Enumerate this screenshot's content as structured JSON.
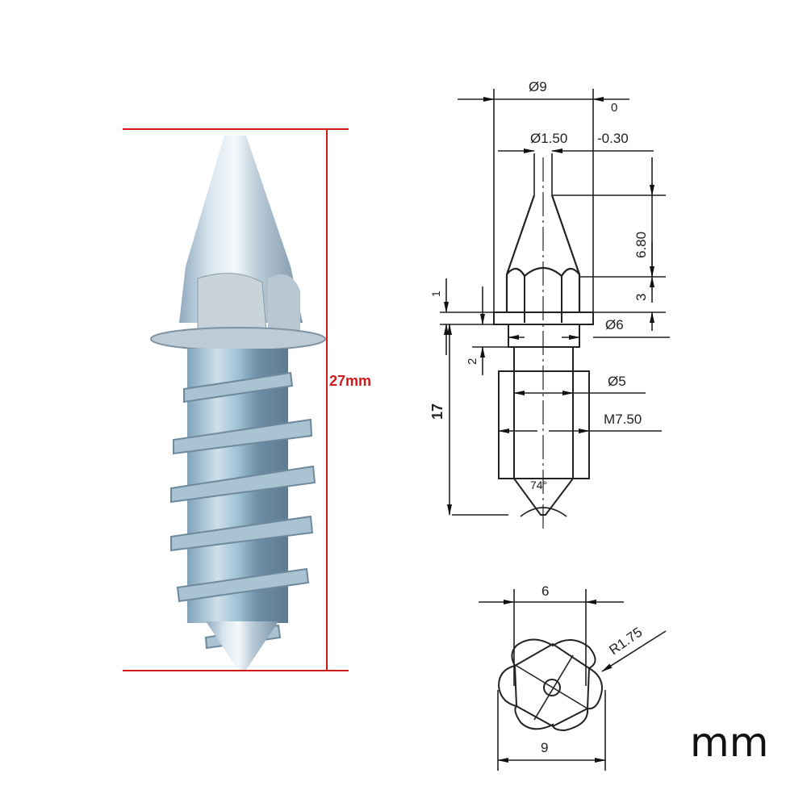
{
  "photo": {
    "subject": "screw-in spike stud (silver zinc-plated)",
    "overall_length_label": "27mm",
    "dimension_line_color": "#d11a1a"
  },
  "drawing": {
    "side_view": {
      "head_diameter": "Ø9",
      "tip_diameter": "Ø1.50",
      "tolerance_upper": "0",
      "tolerance_lower": "-0.30",
      "cone_height": "6.80",
      "hex_height": "3",
      "flange_thickness": "1",
      "neck_length": "2",
      "neck_diameter": "Ø6",
      "core_diameter": "Ø5",
      "thread_size": "M7.50",
      "thread_length": "17",
      "tip_angle": "74°"
    },
    "top_view": {
      "across_flats": "6",
      "across_corners": "9",
      "lobe_radius": "R1.75"
    }
  },
  "unit_label": "mm"
}
